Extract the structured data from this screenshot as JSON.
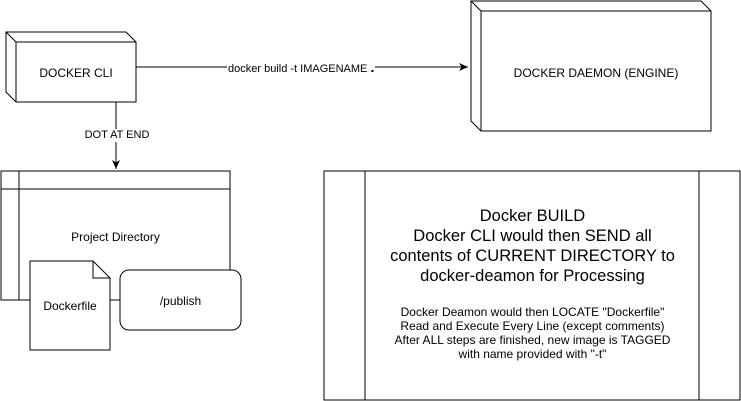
{
  "nodes": {
    "docker_cli": {
      "label": "DOCKER CLI"
    },
    "docker_daemon": {
      "label": "DOCKER DAEMON (ENGINE)"
    },
    "project_directory": {
      "label": "Project Directory"
    },
    "dockerfile": {
      "label": "Dockerfile"
    },
    "publish": {
      "label": "/publish"
    },
    "build_process": {
      "title_lines": [
        "Docker BUILD",
        "Docker CLI would then SEND all",
        "contents of CURRENT DIRECTORY to",
        "docker-deamon for Processing"
      ],
      "detail_lines": [
        "Docker Deamon would then LOCATE \"Dockerfile\"",
        "Read and Execute Every Line (except comments)",
        "After ALL steps are finished, new image is TAGGED",
        "with name provided with \"-t\""
      ]
    }
  },
  "edges": {
    "cli_to_daemon": {
      "label": "docker build -t IMAGENAME",
      "suffix": "."
    },
    "cli_to_project": {
      "label": "DOT AT END"
    }
  },
  "colors": {
    "stroke": "#000000",
    "fill": "#ffffff",
    "text": "#000000"
  }
}
